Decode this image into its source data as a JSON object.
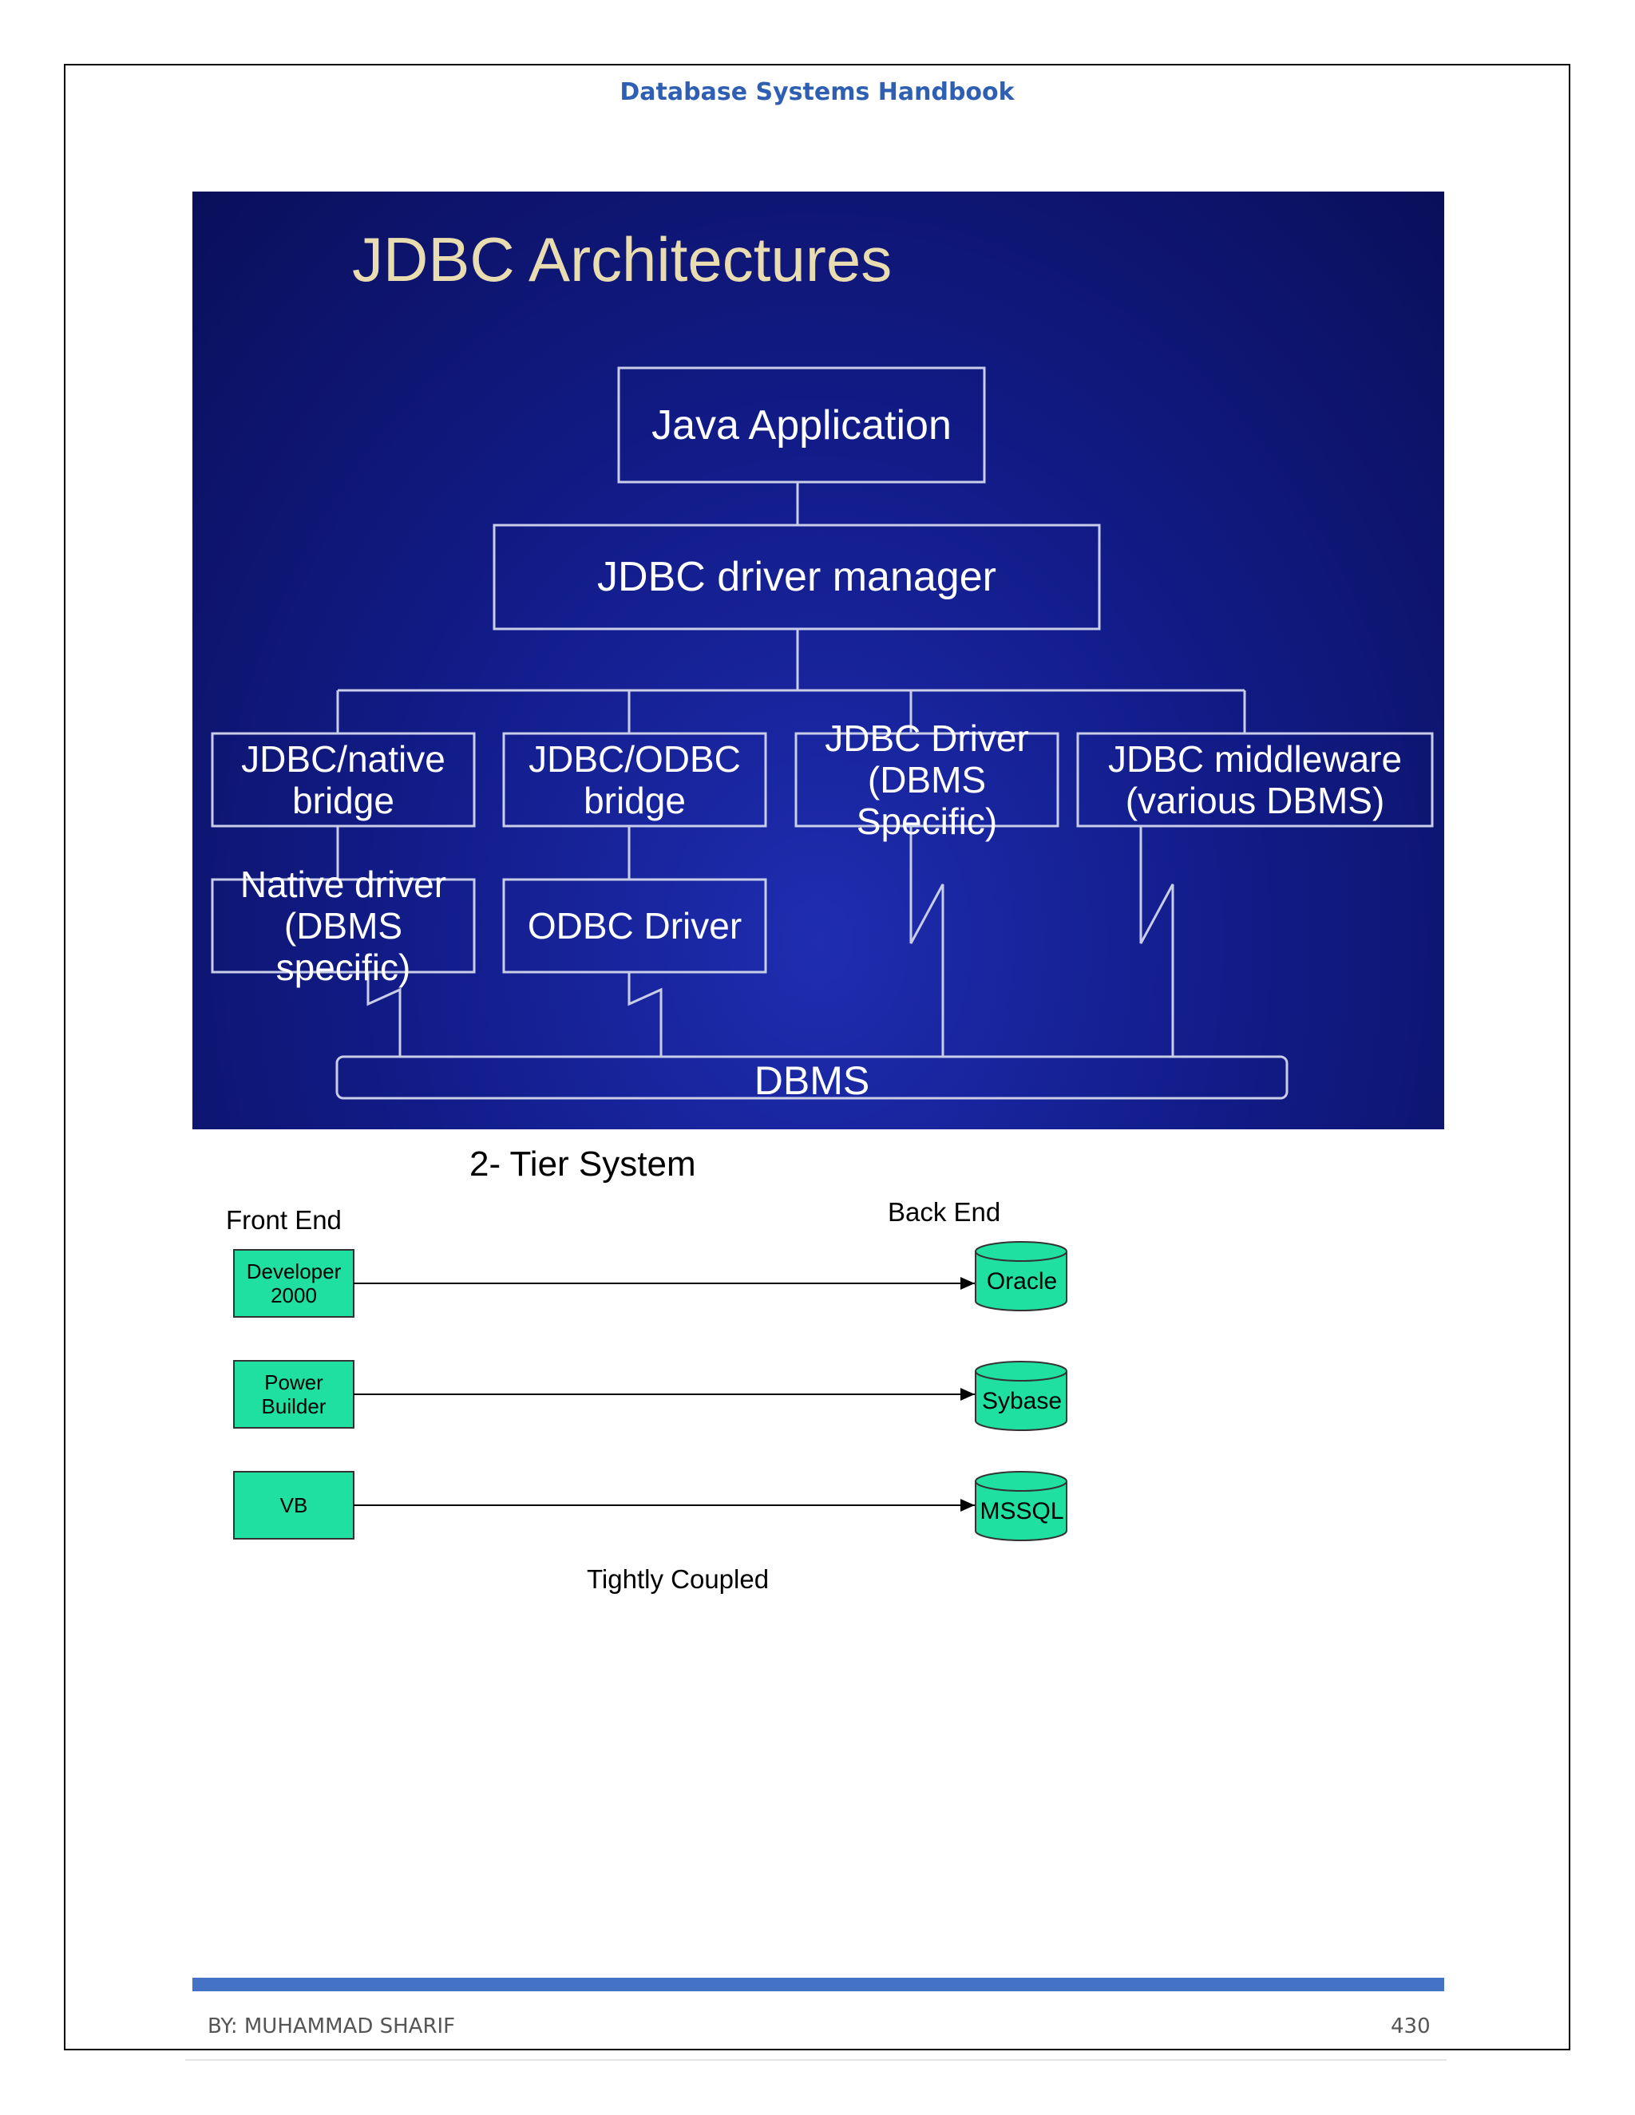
{
  "header": {
    "title": "Database Systems Handbook"
  },
  "slide": {
    "title": "JDBC Architectures",
    "java_application": "Java Application",
    "driver_manager": "JDBC driver manager",
    "native_bridge": [
      "JDBC/native",
      "bridge"
    ],
    "odbc_bridge": [
      "JDBC/ODBC",
      "bridge"
    ],
    "jdbc_driver": [
      "JDBC Driver",
      "(DBMS Specific)"
    ],
    "middleware": [
      "JDBC middleware",
      "(various DBMS)"
    ],
    "native_driver": [
      "Native driver",
      "(DBMS specific)"
    ],
    "odbc_driver": "ODBC Driver",
    "dbms": "DBMS"
  },
  "tier": {
    "title": "2- Tier System",
    "front_end": "Front End",
    "back_end": "Back End",
    "rows": [
      {
        "front": [
          "Developer",
          "2000"
        ],
        "back": "Oracle"
      },
      {
        "front": [
          "Power",
          "Builder"
        ],
        "back": "Sybase"
      },
      {
        "front": [
          "VB"
        ],
        "back": "MSSQL"
      }
    ],
    "caption": "Tightly Coupled",
    "box_color": "#1fe0a0"
  },
  "footer": {
    "author": "BY: MUHAMMAD SHARIF",
    "page_number": "430",
    "bar_color": "#4472c4"
  }
}
